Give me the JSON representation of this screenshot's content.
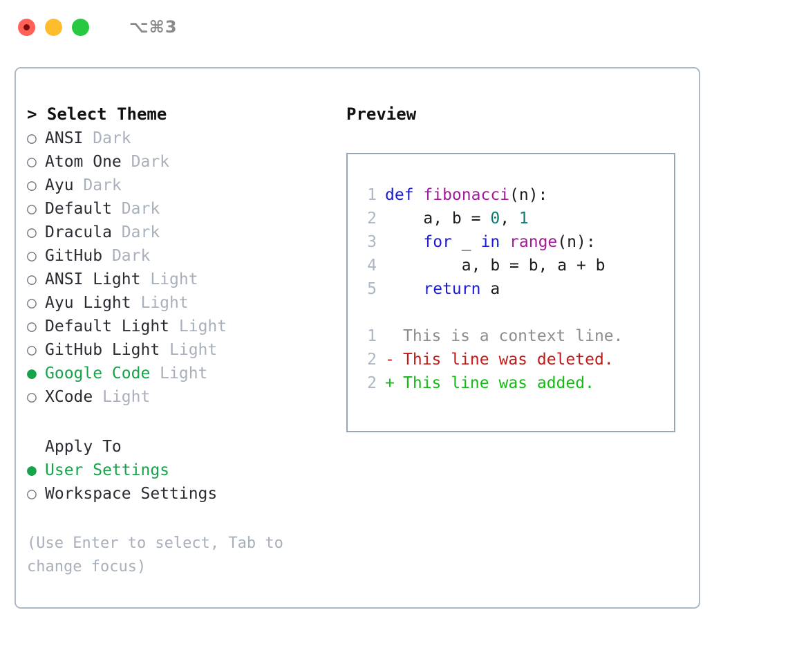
{
  "titlebar": {
    "shortcut": "⌥⌘3",
    "lights": [
      {
        "name": "close-button",
        "color": "#ff6058"
      },
      {
        "name": "minimize-button",
        "color": "#ffbd2e"
      },
      {
        "name": "maximize-button",
        "color": "#28c840"
      }
    ]
  },
  "theme_panel": {
    "header": "> Select Theme",
    "items": [
      {
        "marker": "○",
        "name": "ANSI",
        "kind": "Dark",
        "selected": false
      },
      {
        "marker": "○",
        "name": "Atom One",
        "kind": "Dark",
        "selected": false
      },
      {
        "marker": "○",
        "name": "Ayu",
        "kind": "Dark",
        "selected": false
      },
      {
        "marker": "○",
        "name": "Default",
        "kind": "Dark",
        "selected": false
      },
      {
        "marker": "○",
        "name": "Dracula",
        "kind": "Dark",
        "selected": false
      },
      {
        "marker": "○",
        "name": "GitHub",
        "kind": "Dark",
        "selected": false
      },
      {
        "marker": "○",
        "name": "ANSI Light",
        "kind": "Light",
        "selected": false
      },
      {
        "marker": "○",
        "name": "Ayu Light",
        "kind": "Light",
        "selected": false
      },
      {
        "marker": "○",
        "name": "Default Light",
        "kind": "Light",
        "selected": false
      },
      {
        "marker": "○",
        "name": "GitHub Light",
        "kind": "Light",
        "selected": false
      },
      {
        "marker": "●",
        "name": "Google Code",
        "kind": "Light",
        "selected": true
      },
      {
        "marker": "○",
        "name": "XCode",
        "kind": "Light",
        "selected": false
      }
    ]
  },
  "apply_to": {
    "header": "Apply To",
    "options": [
      {
        "marker": "●",
        "label": "User Settings",
        "selected": true
      },
      {
        "marker": "○",
        "label": "Workspace Settings",
        "selected": false
      }
    ]
  },
  "hint": "(Use Enter to select, Tab to change focus)",
  "preview": {
    "header": "Preview",
    "code_lines": [
      {
        "lineno": "1",
        "tokens": [
          {
            "text": "def ",
            "type": "kw"
          },
          {
            "text": "fibonacci",
            "type": "fn"
          },
          {
            "text": "(n):",
            "type": "plain"
          }
        ]
      },
      {
        "lineno": "2",
        "tokens": [
          {
            "text": "    a, b = ",
            "type": "plain"
          },
          {
            "text": "0",
            "type": "num"
          },
          {
            "text": ", ",
            "type": "plain"
          },
          {
            "text": "1",
            "type": "num"
          }
        ]
      },
      {
        "lineno": "3",
        "tokens": [
          {
            "text": "    ",
            "type": "plain"
          },
          {
            "text": "for",
            "type": "kw"
          },
          {
            "text": " _ ",
            "type": "plain"
          },
          {
            "text": "in",
            "type": "kw"
          },
          {
            "text": " ",
            "type": "plain"
          },
          {
            "text": "range",
            "type": "fn"
          },
          {
            "text": "(n):",
            "type": "plain"
          }
        ]
      },
      {
        "lineno": "4",
        "tokens": [
          {
            "text": "        a, b = b, a + b",
            "type": "plain"
          }
        ]
      },
      {
        "lineno": "5",
        "tokens": [
          {
            "text": "    ",
            "type": "plain"
          },
          {
            "text": "return",
            "type": "kw"
          },
          {
            "text": " a",
            "type": "plain"
          }
        ]
      }
    ],
    "diff_lines": [
      {
        "lineno": "1",
        "mark": " ",
        "text": "This is a context line.",
        "kind": "ctx"
      },
      {
        "lineno": "2",
        "mark": "-",
        "text": "This line was deleted.",
        "kind": "del"
      },
      {
        "lineno": "2",
        "mark": "+",
        "text": "This line was added.",
        "kind": "add"
      }
    ]
  },
  "colors": {
    "accent_selected": "#16a34a",
    "muted": "#a8b0bb",
    "keyword": "#1a1ad6",
    "function": "#a3199b",
    "number": "#0b7a72",
    "diff_deleted": "#c21919",
    "diff_added": "#15bb15",
    "panel_border": "#aeb8c4",
    "preview_border": "#9aa6b4"
  }
}
